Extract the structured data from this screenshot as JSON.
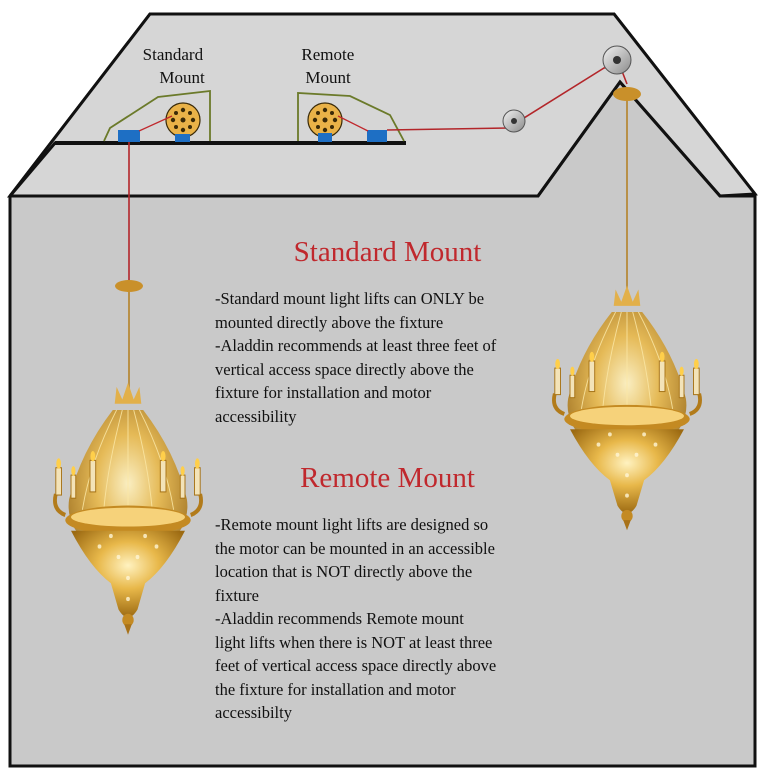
{
  "attic": {
    "standard_mount_label": [
      "Standard",
      "Mount"
    ],
    "remote_mount_label": [
      "Remote",
      "Mount"
    ]
  },
  "standard_section": {
    "heading": "Standard Mount",
    "lines": [
      "-Standard mount light lifts can ONLY be",
      "mounted directly above the fixture",
      "-Aladdin recommends at least three feet of",
      "vertical access space directly above the",
      "fixture for installation and motor",
      "accessibility"
    ]
  },
  "remote_section": {
    "heading": "Remote Mount",
    "lines": [
      "-Remote mount light lifts are designed so",
      "the motor can be mounted in an accessible",
      "location that is NOT directly above the",
      "fixture",
      "-Aladdin recommends Remote mount",
      "light lifts when there is NOT at least three",
      "feet of vertical access space directly above",
      "the fixture for installation and motor",
      "accessibilty"
    ]
  },
  "colors": {
    "house_fill": "#c9c9c9",
    "attic_fill": "#d8d8d8",
    "outline": "#111111",
    "cable": "#c0282d",
    "heading": "#c0282d",
    "mount_blue": "#1e6fc4",
    "gold": "#d9a53a"
  },
  "icons": [
    "standard-mount-unit",
    "remote-mount-unit",
    "pulley-wheel",
    "chandelier"
  ]
}
